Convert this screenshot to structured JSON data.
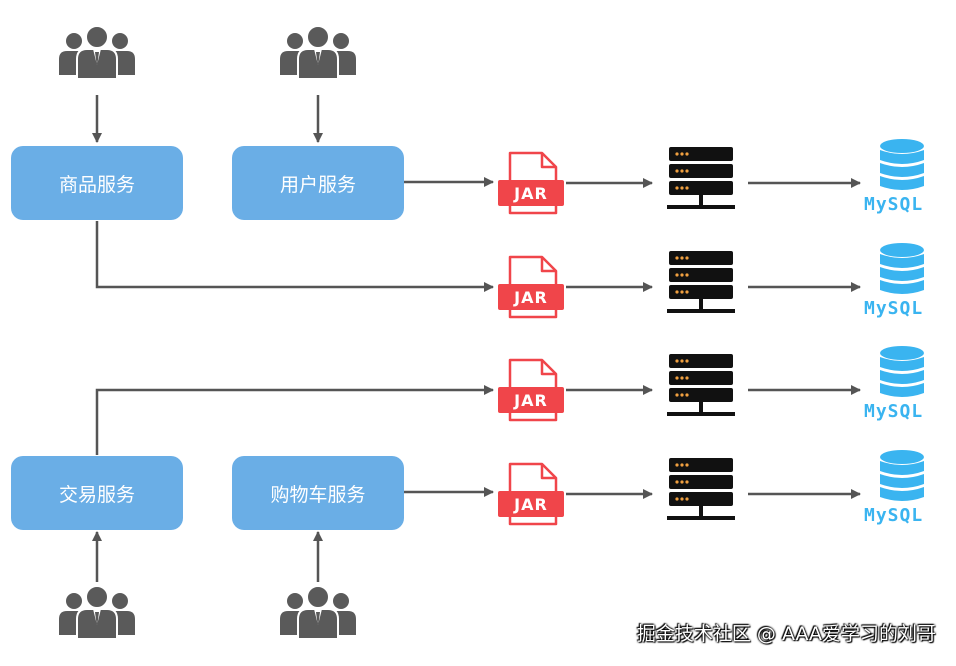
{
  "services": [
    {
      "id": "product",
      "label": "商品服务"
    },
    {
      "id": "user",
      "label": "用户服务"
    },
    {
      "id": "trade",
      "label": "交易服务"
    },
    {
      "id": "cart",
      "label": "购物车服务"
    }
  ],
  "pipelines": [
    {
      "jar_label": "JAR",
      "db_label": "MySQL"
    },
    {
      "jar_label": "JAR",
      "db_label": "MySQL"
    },
    {
      "jar_label": "JAR",
      "db_label": "MySQL"
    },
    {
      "jar_label": "JAR",
      "db_label": "MySQL"
    }
  ],
  "colors": {
    "service_box": "#6aaee6",
    "arrow": "#555555",
    "jar_red": "#f0454a",
    "server_black": "#111111",
    "server_accent": "#f0a040",
    "mysql_blue": "#3ab4f0",
    "user_icon": "#5a5a5a"
  },
  "icons": {
    "users": "users-group-icon",
    "jar": "jar-file-icon",
    "server": "server-rack-icon",
    "database": "mysql-database-icon"
  },
  "watermark": "掘金技术社区 @ AAA爱学习的刘哥"
}
